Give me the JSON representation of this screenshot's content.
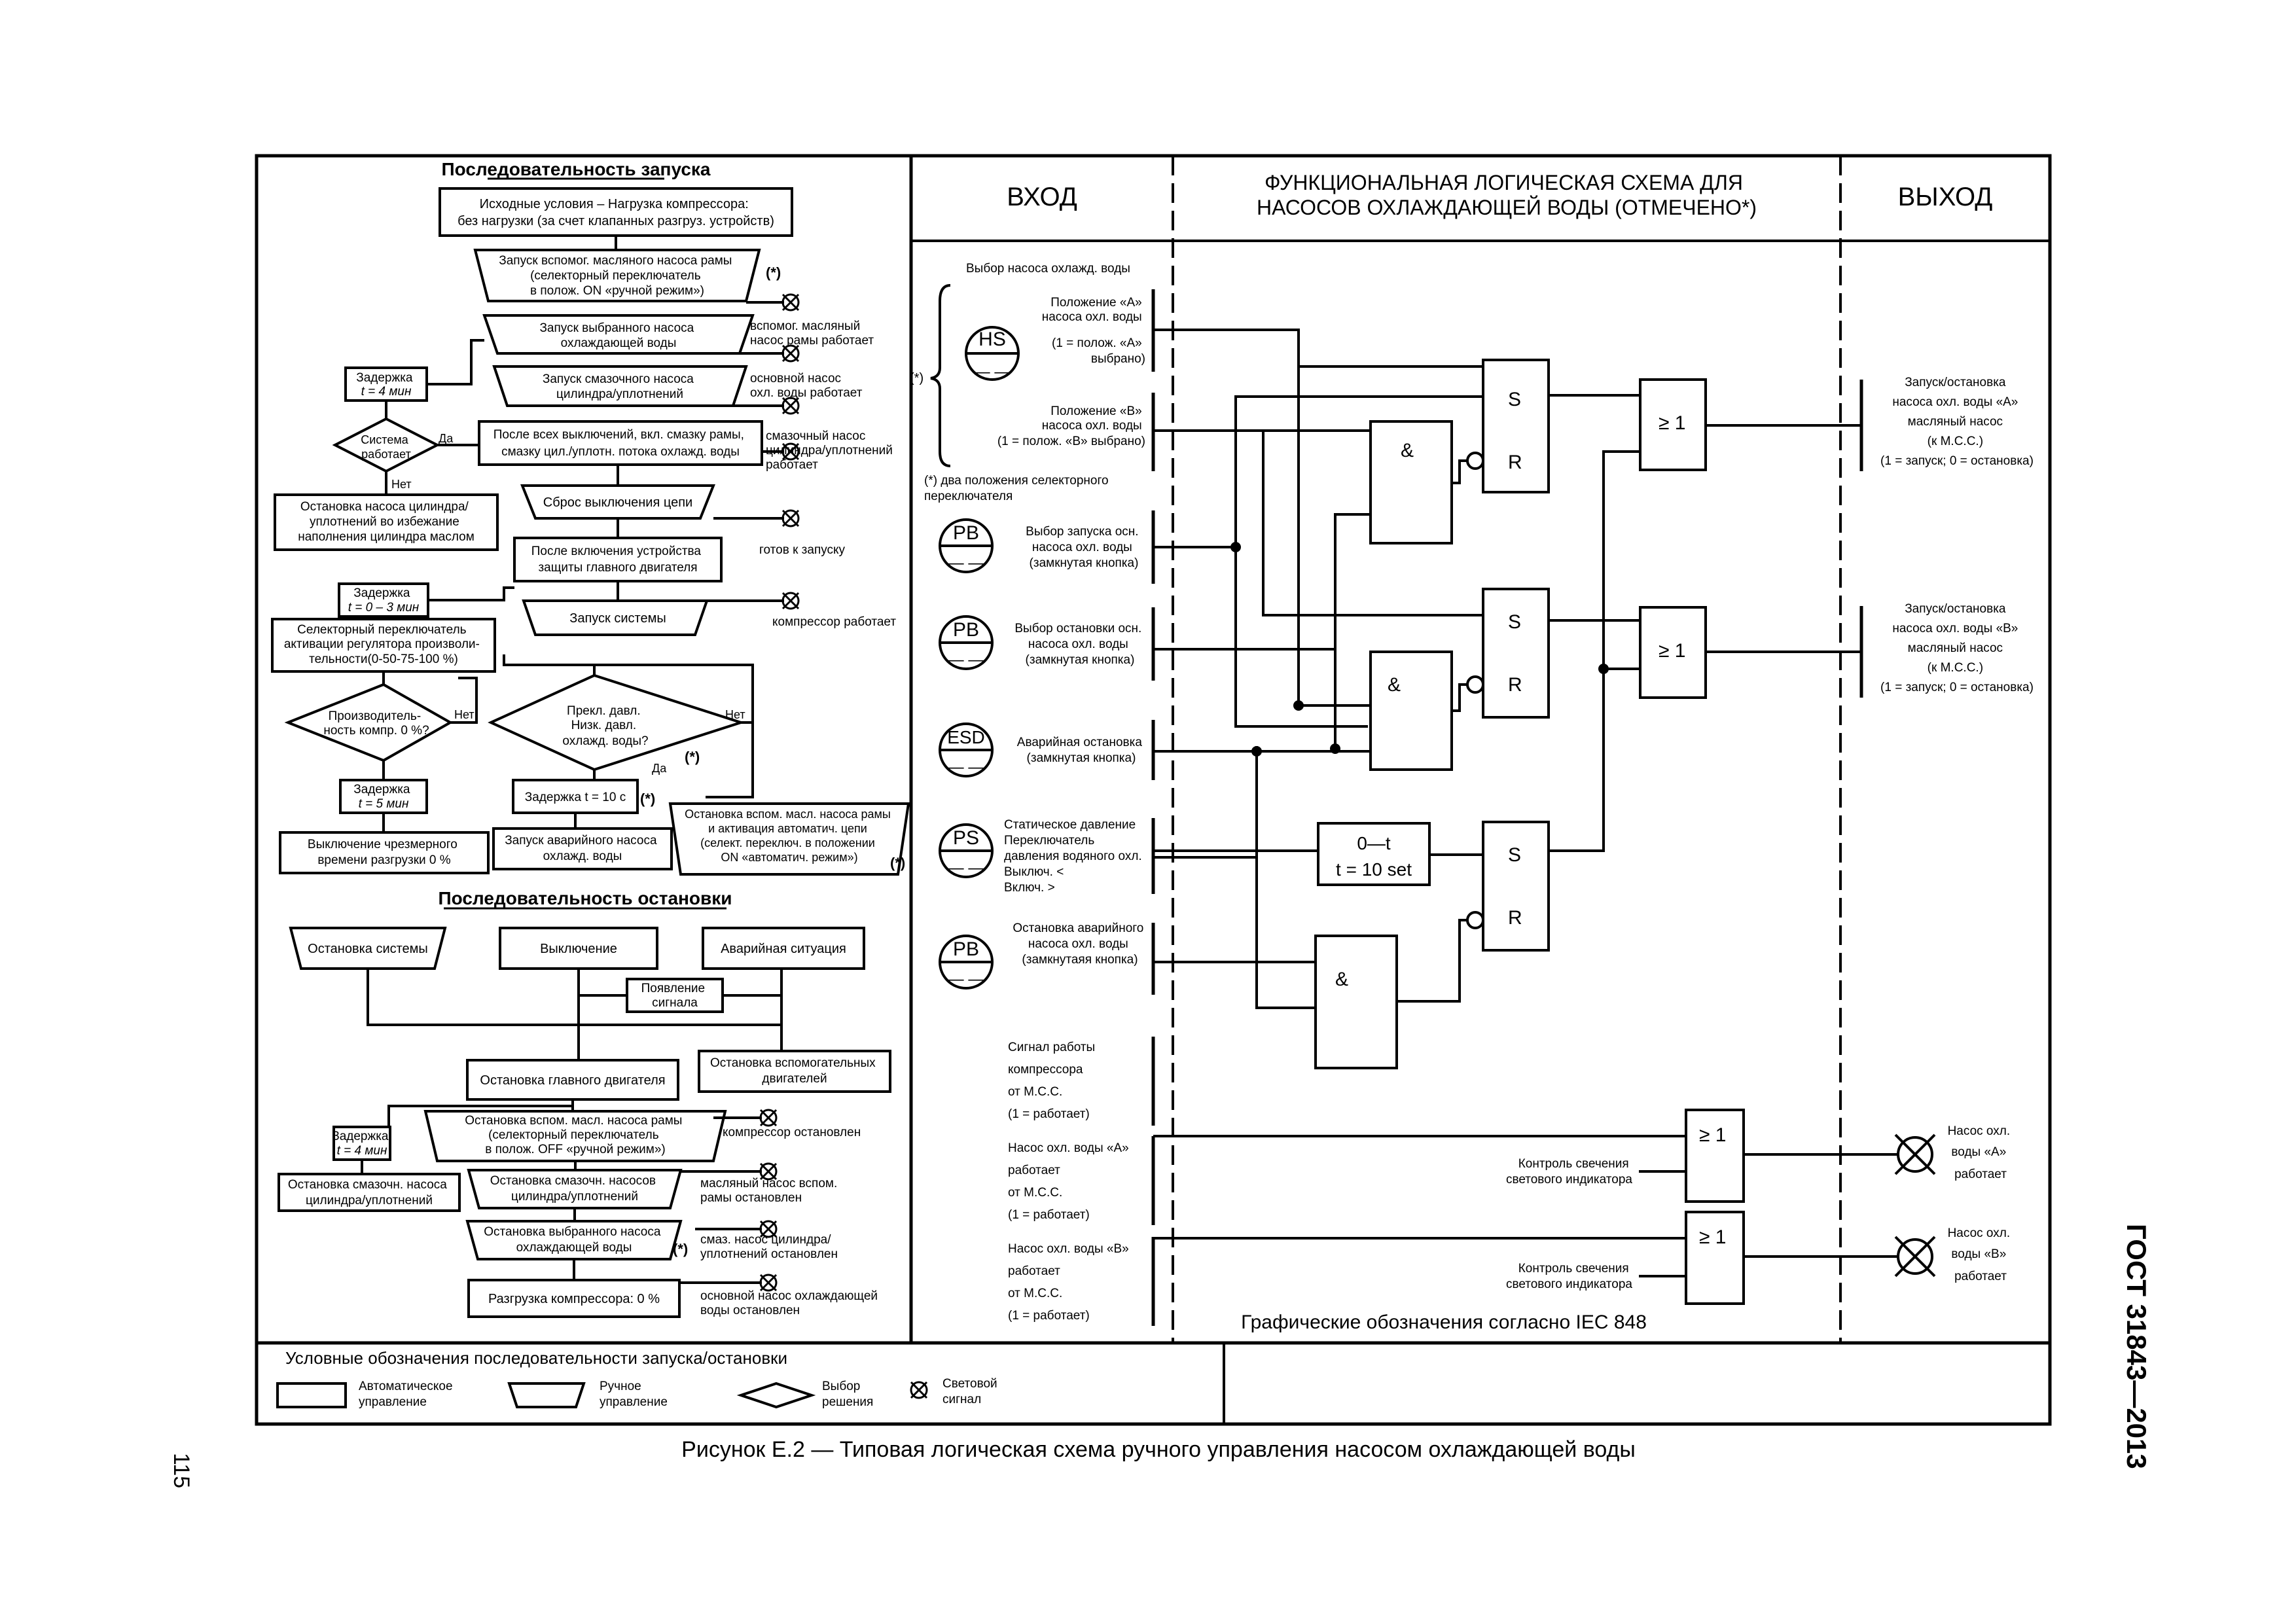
{
  "page_number": "115",
  "standard": "ГОСТ 31843—2013",
  "caption": "Рисунок Е.2 — Типовая логическая схема ручного управления насосом охлаждающей воды",
  "startup": {
    "title": "Последовательность запуска",
    "initial": [
      "Исходные условия – Нагрузка компрессора:",
      "без нагрузки (за счет клапанных разгруз. устройств)"
    ],
    "aux_oil": [
      "Запуск вспомог. масляного насоса рамы",
      "(селекторный переключатель",
      "в полож. ON «ручной режим»)"
    ],
    "star": "(*)",
    "sel_pump": [
      "Запуск выбранного насоса",
      "охлаждающей воды"
    ],
    "sig1": [
      "вспомог. масляный",
      "насос рамы работает"
    ],
    "lube": [
      "Запуск смазочного насоса",
      "цилиндра/уплотнений"
    ],
    "sig2": [
      "основной насос",
      "охл. воды работает"
    ],
    "after_all": [
      "После всех выключений, вкл. смазку рамы,",
      "смазку цил./уплотн. потока  охлажд. воды"
    ],
    "sig3": [
      "смазочный насос",
      "цилиндра/уплотнений",
      "работает"
    ],
    "delay4": [
      "Задержка",
      "t = 4 мин"
    ],
    "sys_running": [
      "Система",
      "работает"
    ],
    "yes": "Да",
    "no": "Нет",
    "stop_lube": [
      "Остановка насоса цилиндра/",
      "уплотнений во избежание",
      "наполнения цилиндра маслом"
    ],
    "reset": "Сброс выключения цепи",
    "ready": "готов к запуску",
    "after_prot": [
      "После включения устройства",
      "защиты главного двигателя"
    ],
    "delay03": [
      "Задержка",
      "t = 0 – 3 мин"
    ],
    "start_sys": "Запуск системы",
    "comp_running": "компрессор работает",
    "selector": [
      "Селекторный переключатель",
      "активации регулятора произволи-",
      "тельности(0-50-75-100 %)"
    ],
    "capacity": [
      "Производитель-",
      "ность компр. 0 %?"
    ],
    "low_press": [
      "Прекл. давл.",
      "Низк. давл.",
      "охлажд. воды?"
    ],
    "delay10": "Задержка t = 10 с",
    "stop_aux_auto": [
      "Остановка вспом. масл. насоса рамы",
      "и активация автоматич. цепи",
      "(селект. переключ. в положении",
      "ON «автоматич. режим»)"
    ],
    "delay5": [
      "Задержка",
      "t = 5 мин"
    ],
    "off_unload": [
      "Выключение чрезмерного",
      "времени разгрузки 0 %"
    ],
    "emerg_pump": [
      "Запуск аварийного насоса",
      "охлажд. воды"
    ]
  },
  "shutdown": {
    "title": "Последовательность остановки",
    "stop_sys": "Остановка системы",
    "switch_off": "Выключение",
    "emergency": "Аварийная ситуация",
    "signal": [
      "Появление",
      "сигнала"
    ],
    "stop_main": "Остановка главного двигателя",
    "stop_aux": [
      "Остановка вспомогательных",
      "двигателей"
    ],
    "delay4": [
      "Задержка",
      "t = 4 мин"
    ],
    "stop_aux_oil": [
      "Остановка вспом. масл. насоса рамы",
      "(селекторный переключатель",
      "в полож. OFF «ручной режим»)"
    ],
    "comp_stopped": "компрессор остановлен",
    "stop_lube2": [
      "Остановка смазочн. насоса",
      "цилиндра/уплотнений"
    ],
    "stop_lube": [
      "Остановка смазочн. насосов",
      "цилиндра/уплотнений"
    ],
    "oil_stopped": [
      "масляный насос вспом.",
      "рамы остановлен"
    ],
    "stop_sel": [
      "Остановка выбранного насоса",
      "охлаждающей воды"
    ],
    "lube_stopped": [
      "смаз. насос цилиндра/",
      "уплотнений остановлен"
    ],
    "unload": "Разгрузка компрессора: 0 %",
    "main_stopped": [
      "основной насос охлаждающей",
      "воды остановлен"
    ]
  },
  "legend": {
    "title": "Условные обозначения последовательности запуска/остановки",
    "auto": [
      "Автоматическое",
      "управление"
    ],
    "manual": [
      "Ручное",
      "управление"
    ],
    "decision": [
      "Выбор",
      "решения"
    ],
    "light": [
      "Световой",
      "сигнал"
    ]
  },
  "logic": {
    "input_header": "ВХОД",
    "logic_header": [
      "ФУНКЦИОНАЛЬНАЯ ЛОГИЧЕСКАЯ СХЕМА ДЛЯ",
      "НАСОСОВ ОХЛАЖДАЮЩЕЙ ВОДЫ (ОТМЕЧЕНО*)"
    ],
    "output_header": "ВЫХОД",
    "pump_select": "Выбор насоса охлажд. воды",
    "posA": [
      "Положение «А»",
      "насоса охл. воды",
      "",
      "(1 = полож. «А»",
      "выбрано)"
    ],
    "posB": [
      "Положение «В»",
      "насоса охл. воды",
      "(1 = полож. «В» выбрано)"
    ],
    "two_pos": [
      "(*) два положения селекторного",
      "переключателя"
    ],
    "hs": "HS",
    "pb": "PB",
    "esd": "ESD",
    "ps": "PS",
    "pb_start": [
      "Выбор запуска осн.",
      "насоса охл. воды",
      "(замкнутая кнопка)"
    ],
    "pb_stop": [
      "Выбор остановки осн.",
      "насоса охл. воды",
      "(замкнутая кнопка)"
    ],
    "esd_text": [
      "Аварийная остановка",
      "(замкнутая кнопка)"
    ],
    "ps_text": [
      "Статическое давление",
      "Переключатель",
      "давления водяного охл.",
      "Выключ. <",
      "Включ. >"
    ],
    "pb_emerg": [
      "Остановка аварийного",
      "насоса охл. воды",
      "(замкнутаяя кнопка)"
    ],
    "comp_signal": [
      "Сигнал работы",
      "компрессора",
      "от М.С.С.",
      "(1 = работает)"
    ],
    "pumpA_run": [
      "Насос охл. воды «А»",
      "работает",
      "от М.С.С.",
      "(1 = работает)"
    ],
    "pumpB_run": [
      "Насос охл. воды «В»",
      "работает",
      "от М.С.С.",
      "(1 = работает)"
    ],
    "and": "&",
    "s": "S",
    "r": "R",
    "or": "≥ 1",
    "timer": [
      "0—t",
      "t = 10 set"
    ],
    "lamp_ctrl": [
      "Контроль свечения",
      "светового индикатора"
    ],
    "outA": [
      "Запуск/остановка",
      "насоса охл. воды «А»",
      "масляный насос",
      "(к М.С.С.)",
      "(1 = запуск; 0 = остановка)"
    ],
    "outB": [
      "Запуск/остановка",
      "насоса охл. воды «В»",
      "масляный насос",
      "(к М.С.С.)",
      "(1 = запуск; 0 = остановка)"
    ],
    "lampA": [
      "Насос охл.",
      "воды «А»",
      "работает"
    ],
    "lampB": [
      "Насос охл.",
      "воды «В»",
      "работает"
    ],
    "iec": "Графические обозначения согласно IEC 848"
  }
}
